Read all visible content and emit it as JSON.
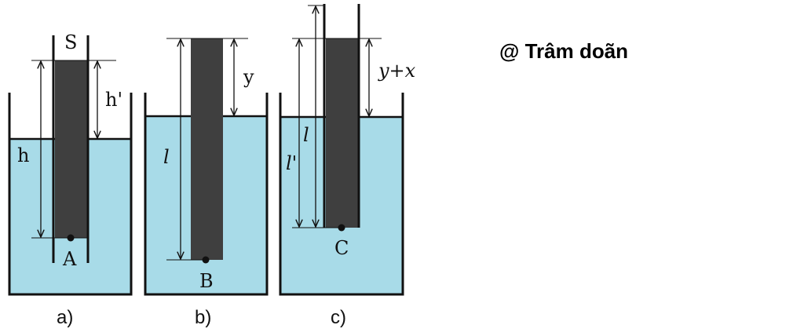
{
  "credit": "@ Trâm doãn",
  "colors": {
    "water": "#a8dbe8",
    "tube": "#3f3f3f",
    "wall": "#111111"
  },
  "panels": [
    {
      "id": "a",
      "caption": "a)",
      "labels": {
        "top": "S",
        "depth_above": "h'",
        "depth": "h",
        "point": "A"
      }
    },
    {
      "id": "b",
      "caption": "b)",
      "labels": {
        "gap": "y",
        "length": "l",
        "point": "B"
      }
    },
    {
      "id": "c",
      "caption": "c)",
      "labels": {
        "gap": "y+x",
        "length": "l",
        "length_sub": "l'",
        "point": "C"
      }
    }
  ]
}
